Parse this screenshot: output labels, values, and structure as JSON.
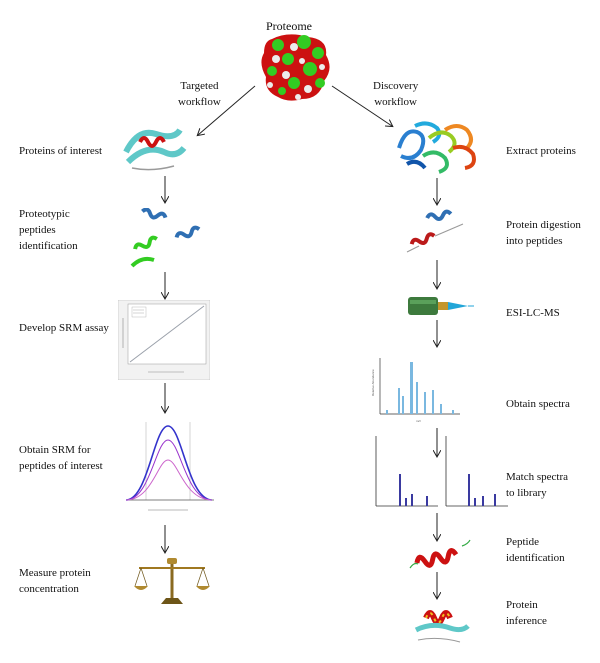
{
  "title": "Proteome",
  "targeted": {
    "header": "Targeted\nworkflow",
    "steps": [
      "Proteins of interest",
      "Proteotypic\npeptides\nidentification",
      "Develop SRM assay",
      "Obtain SRM for\npeptides of interest",
      "Measure protein\nconcentration"
    ]
  },
  "discovery": {
    "header": "Discovery\nworkflow",
    "steps": [
      "Extract proteins",
      "Protein digestion\ninto peptides",
      "ESI-LC-MS",
      "Obtain spectra",
      "Match spectra\nto library",
      "Peptide\nidentification",
      "Protein\ninference"
    ]
  },
  "colors": {
    "proteome_red": "#cc1111",
    "proteome_green": "#33cc22",
    "helix_blue": "#2f6fb3",
    "helix_green": "#33cc22",
    "helix_red": "#bb1a1a",
    "sheet_cyan": "#5fc8c8",
    "spectrum_bar": "#3a3aa0",
    "srm_trace": "#3333cc"
  }
}
